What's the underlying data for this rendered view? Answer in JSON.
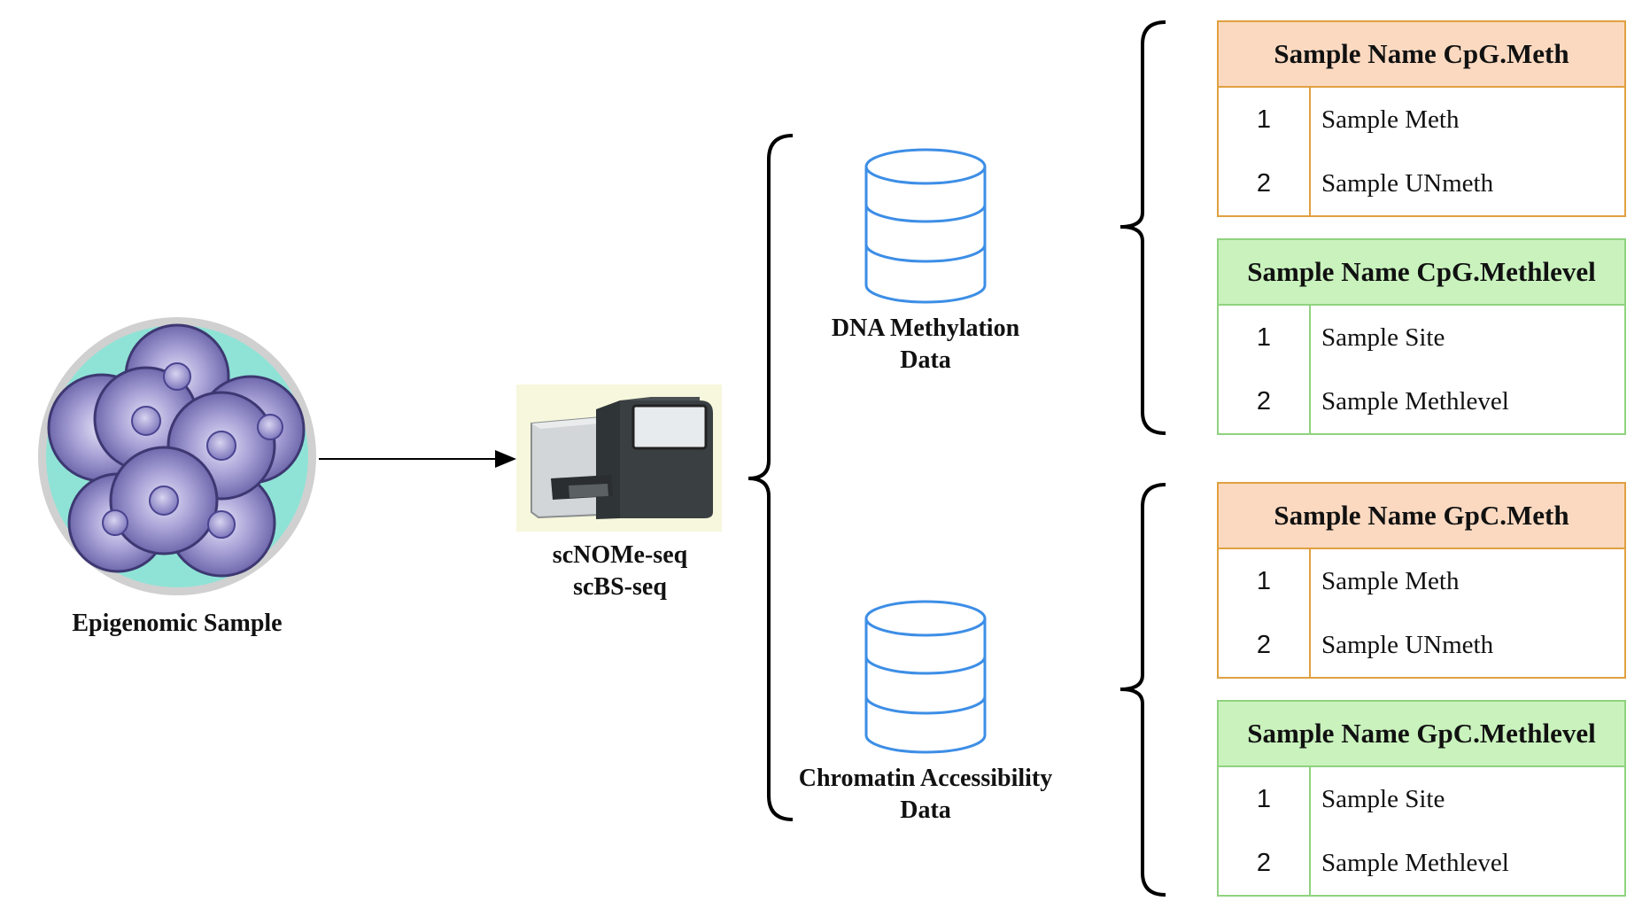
{
  "sample": {
    "label": "Epigenomic Sample"
  },
  "sequencer": {
    "line1": "scNOMe-seq",
    "line2": "scBS-seq"
  },
  "databases": [
    {
      "line1": "DNA Methylation",
      "line2": "Data"
    },
    {
      "line1": "Chromatin Accessibility",
      "line2": "Data"
    }
  ],
  "tables": [
    {
      "title": "Sample Name CpG.Meth",
      "rows": [
        {
          "num": "1",
          "text": "Sample Meth"
        },
        {
          "num": "2",
          "text": "Sample UNmeth"
        }
      ]
    },
    {
      "title": "Sample Name CpG.Methlevel",
      "rows": [
        {
          "num": "1",
          "text": "Sample Site"
        },
        {
          "num": "2",
          "text": "Sample Methlevel"
        }
      ]
    },
    {
      "title": "Sample Name GpC.Meth",
      "rows": [
        {
          "num": "1",
          "text": "Sample Meth"
        },
        {
          "num": "2",
          "text": "Sample UNmeth"
        }
      ]
    },
    {
      "title": "Sample Name GpC.Methlevel",
      "rows": [
        {
          "num": "1",
          "text": "Sample Site"
        },
        {
          "num": "2",
          "text": "Sample Methlevel"
        }
      ]
    }
  ],
  "colors": {
    "orange_header": "#fbd9c0",
    "orange_border": "#e0a040",
    "green_header": "#c9f2bd",
    "green_border": "#8fd37f",
    "database_stroke": "#3d8ee6",
    "cell_fill": "#8a83c4",
    "dish_fill": "#8fe3d6"
  }
}
